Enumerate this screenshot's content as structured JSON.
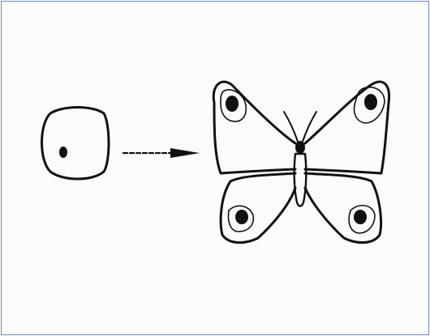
{
  "diagram": {
    "frame_color": "#6f86c8",
    "ink_color": "#111111",
    "elements": [
      {
        "name": "cell-with-nucleus",
        "icon": "cell-icon"
      },
      {
        "name": "development-arrow",
        "icon": "arrow-right-icon"
      },
      {
        "name": "butterfly",
        "icon": "butterfly-icon",
        "wing_eyespots": 4
      }
    ]
  }
}
